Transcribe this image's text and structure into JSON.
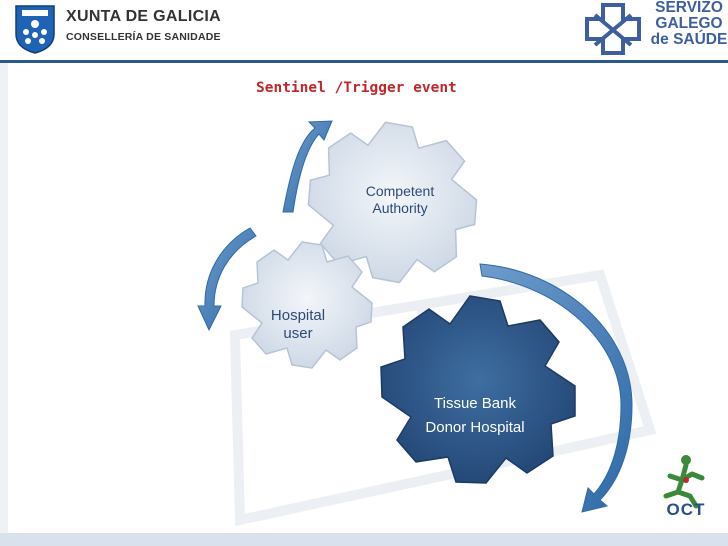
{
  "header": {
    "xunta_title": "XUNTA DE GALICIA",
    "xunta_subtitle": "CONSELLERÍA DE SANIDADE",
    "sergas_line1": "SERVIZO",
    "sergas_line2": "GALEGO",
    "sergas_line3": "de SAÚDE"
  },
  "slide": {
    "title": "Sentinel /Trigger event"
  },
  "diagram": {
    "gears": {
      "competent_line1": "Competent",
      "competent_line2": "Authority",
      "hospital_line1": "Hospital",
      "hospital_line2": "user",
      "tissue_line1": "Tissue Bank",
      "tissue_line2": "Donor Hospital"
    }
  },
  "footer": {
    "oct_logo_text": "OCT"
  },
  "colors": {
    "title_red": "#c0272d",
    "gear_light": "#a9b8cc",
    "gear_mid": "#dbe3ee",
    "gear_dark": "#2c5585",
    "arrow_blue": "#2f6aa7",
    "brand_blue": "#3d5fa0"
  }
}
